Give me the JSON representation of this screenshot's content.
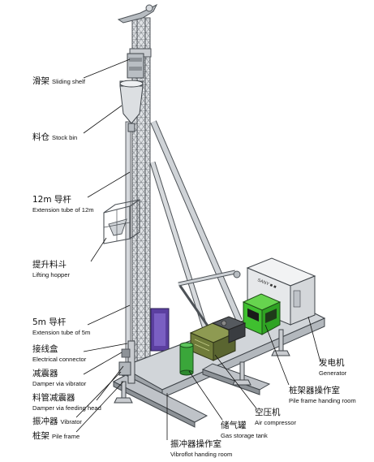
{
  "labels": {
    "sliding_shelf": {
      "zh": "滑架",
      "en": "Sliding shelf"
    },
    "stock_bin": {
      "zh": "料仓",
      "en": "Stock bin"
    },
    "extension_12m": {
      "zh": "12m 导杆",
      "en": "Extension tube of 12m"
    },
    "lifting_hopper": {
      "zh": "提升料斗",
      "en": "Lifting hopper"
    },
    "extension_5m": {
      "zh": "5m 导杆",
      "en": "Extension tube of 5m"
    },
    "electrical_connector": {
      "zh": "接线盒",
      "en": "Electrical connector"
    },
    "damper_vibrator": {
      "zh": "减震器",
      "en": "Damper via vibrator"
    },
    "damper_feeding": {
      "zh": "料管减震器",
      "en": "Damper via feeding head"
    },
    "vibrator": {
      "zh": "振冲器",
      "en": "Vibrator"
    },
    "pile_frame": {
      "zh": "桩架",
      "en": "Pile frame"
    },
    "vibroflot_room": {
      "zh": "振冲器操作室",
      "en": "Vibroflot handing room"
    },
    "gas_tank": {
      "zh": "储气罐",
      "en": "Gas storage tank"
    },
    "air_compressor": {
      "zh": "空压机",
      "en": "Air compressor"
    },
    "pile_room": {
      "zh": "桩架器操作室",
      "en": "Pile frame handing room"
    },
    "generator": {
      "zh": "发电机",
      "en": "Generator"
    }
  },
  "generator_sign": "SANY ■ ■",
  "colors": {
    "steel": "#c9ccd0",
    "steel_dark": "#6e7378",
    "cabin_green": "#3fbf2f",
    "compressor_olive": "#6f7b3a",
    "tank_green": "#3aa63a",
    "vibroflot_purple": "#5b3fa0"
  }
}
